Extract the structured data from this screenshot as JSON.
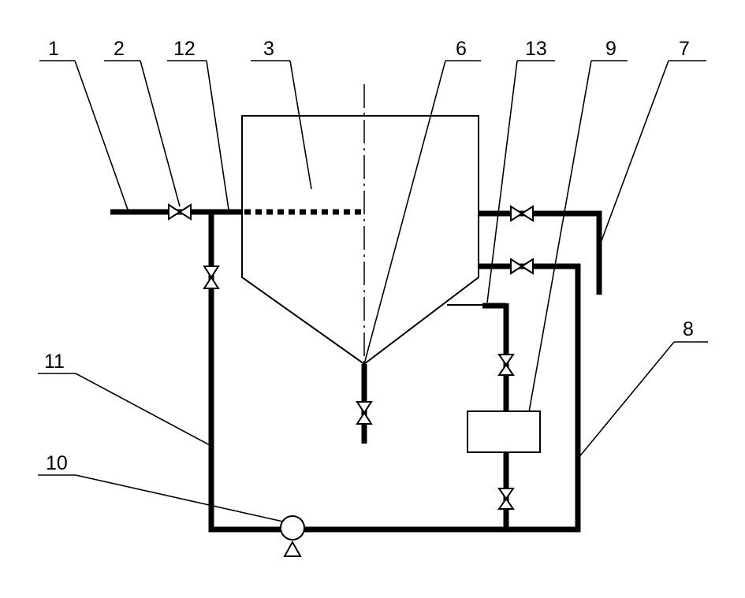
{
  "labels": {
    "l1": "1",
    "l2": "2",
    "l3": "3",
    "l6": "6",
    "l7": "7",
    "l8": "8",
    "l9": "9",
    "l10": "10",
    "l11": "11",
    "l12": "12",
    "l13": "13"
  },
  "colors": {
    "line": "#000000",
    "background": "#ffffff"
  }
}
